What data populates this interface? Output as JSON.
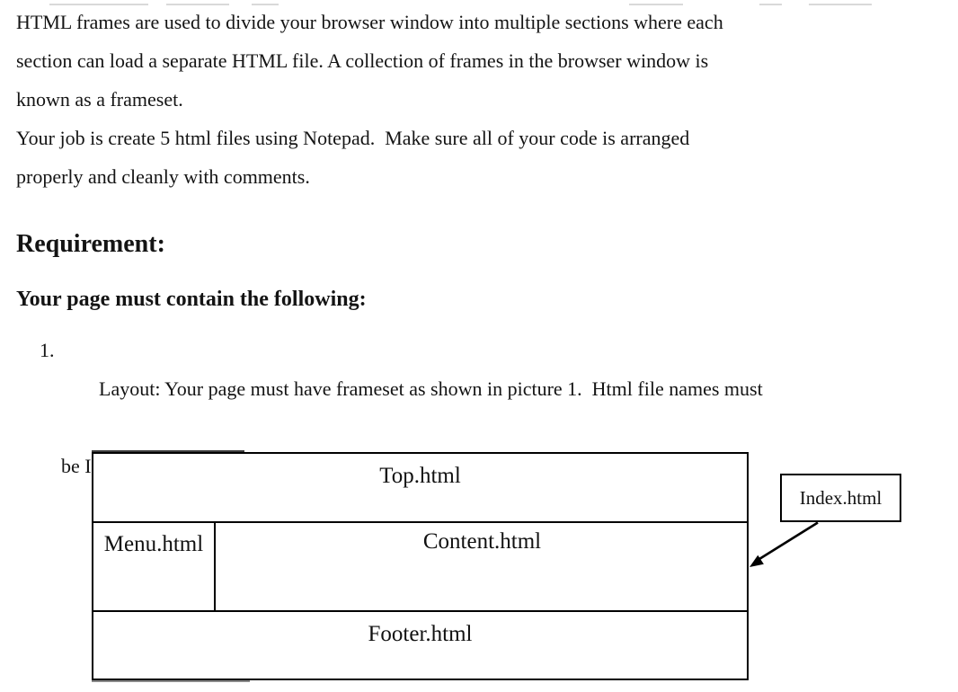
{
  "page": {
    "background": "#ffffff",
    "text_color": "#141414"
  },
  "intro": {
    "lines": [
      "HTML frames are used to divide your browser window into multiple sections where each",
      "section can load a separate HTML file. A collection of frames in the browser window is",
      "known as a frameset.",
      "Your job is create 5 html files using Notepad.  Make sure all of your code is arranged",
      "properly and cleanly with comments."
    ]
  },
  "requirement": {
    "heading": "Requirement:",
    "subheading": "Your page must contain the following:"
  },
  "list_item": {
    "number": "1.",
    "line1": "Layout: Your page must have frameset as shown in picture 1.  Html file names must",
    "line2": "be Index.html, Top.html, Menu.html, Footer.html and Content.html."
  },
  "diagram": {
    "top_frame_label": "Top.html",
    "menu_frame_label": "Menu.html",
    "content_frame_label": "Content.html",
    "footer_frame_label": "Footer.html",
    "callout_label": "Index.html",
    "line_color": "#000000"
  }
}
